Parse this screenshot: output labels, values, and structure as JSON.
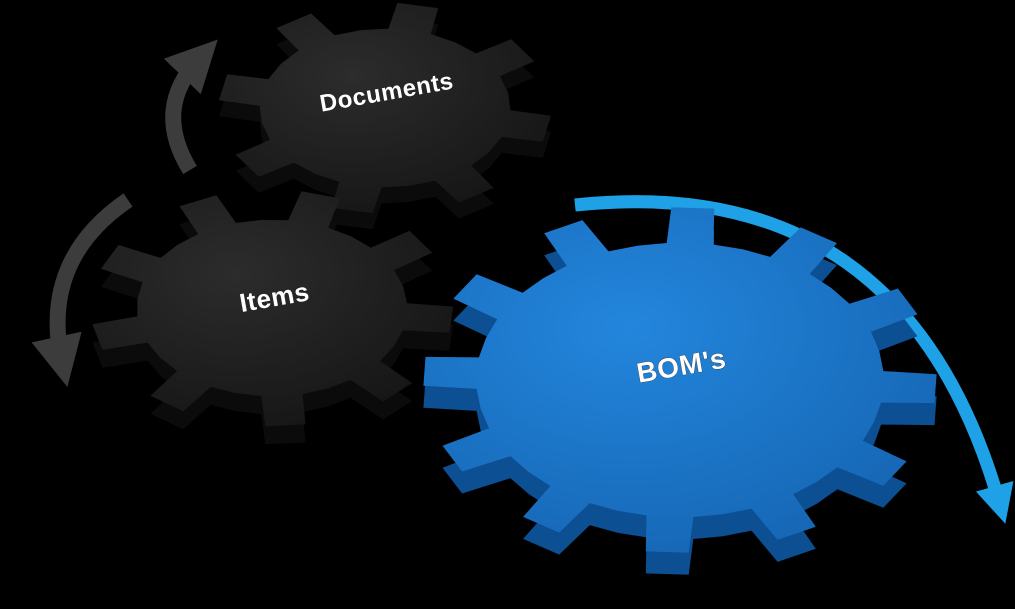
{
  "colors": {
    "background": "#000000",
    "dark_gear": "#1e1e1e",
    "dark_gear_side": "#0b0b0b",
    "blue_gear": "#1a72c4",
    "blue_gear_side": "#0c4f92",
    "blue_arrow": "#1ea1e6",
    "gray_arrow": "#3c3c3c"
  },
  "gears": [
    {
      "id": "documents",
      "label": "Documents",
      "color": "dark"
    },
    {
      "id": "items",
      "label": "Items",
      "color": "dark"
    },
    {
      "id": "boms",
      "label": "BOM's",
      "color": "blue"
    }
  ],
  "arrows": [
    {
      "id": "top-left",
      "icon": "curved-arrow-up",
      "color": "gray"
    },
    {
      "id": "left",
      "icon": "curved-arrow-down",
      "color": "gray"
    },
    {
      "id": "right",
      "icon": "curved-arrow-clockwise",
      "color": "blue"
    }
  ]
}
